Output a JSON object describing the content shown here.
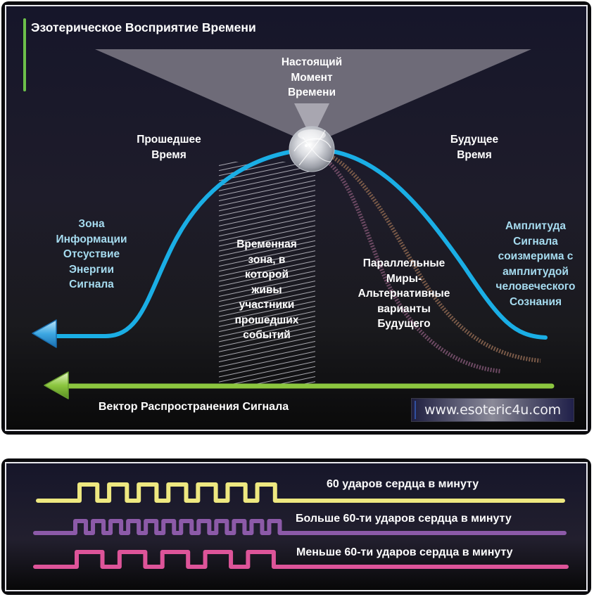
{
  "title": "Эзотерическое Восприятие Времени",
  "labels": {
    "present_moment": "Настоящий\nМомент\nВремени",
    "past_time": "Прошедшее\nВремя",
    "future_time": "Будущее\nВремя",
    "info_zone": "Зона\nИнформации\nОтсуствие\nЭнергии\nСигнала",
    "time_zone": "Временная\nзона, в\nкоторой\nживы\nучастники\nпрошедших\nсобытий",
    "parallel_worlds": "Параллельные\nМиры-\nАльтернативные\nварианты\nБудущего",
    "amplitude": "Амплитуда\nСигнала\nсоизмерима с\nамплитудой\nчеловеческого\nСознания",
    "signal_vector": "Вектор Распространения Сигнала"
  },
  "watermark": "www.esoteric4u.com",
  "colors": {
    "signal_curve": "#1aaee5",
    "vector_arrow": "#8cc63f",
    "title_accent": "#6cc04a",
    "parallel_brown": "#7a5a48",
    "parallel_mauve": "#6e4a64",
    "cone": "#6e6b78"
  },
  "pulses": [
    {
      "label": "60 ударов сердца в минуту",
      "color": "#eee880",
      "pulse_count": 7
    },
    {
      "label": "Больше 60-ти ударов сердца в минуту",
      "color": "#8c5aa8",
      "pulse_count": 12
    },
    {
      "label": "Меньше 60-ти ударов сердца в минуту",
      "color": "#dd5499",
      "pulse_count": 5
    }
  ]
}
